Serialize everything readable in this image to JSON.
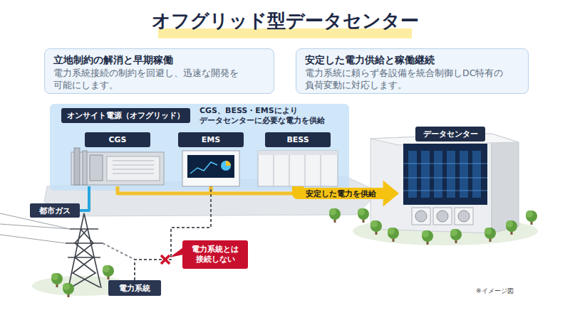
{
  "diagram": {
    "title": "オフグリッド型データセンター",
    "nodes": [
      {
        "text": [
          "立地制約の解消と早期稼働",
          "電力系統接続の制約を回避し、迅速な開発を 可能にします。"
        ]
      },
      {
        "text": [
          "安定した電力供給と稼働継続",
          "電力系統に頼らず各設備を統合制御しDC特有の 負荷変動に対応します。"
        ]
      },
      {
        "text": [
          "オンサイト電源（オフグリッド）",
          "CGS、BESS・EMSにより データセンターに必要な電力を供給"
        ]
      },
      {
        "text": [
          "CGS"
        ],
        "in": 2
      },
      {
        "text": [
          "EMS"
        ],
        "in": 2
      },
      {
        "text": [
          "BESS"
        ],
        "in": 2
      },
      {
        "text": [
          "データセンター"
        ]
      },
      {
        "text": [
          "都市ガス"
        ]
      },
      {
        "text": [
          "電力系統とは 接続しない"
        ]
      },
      {
        "text": [
          "電力系統"
        ]
      }
    ],
    "edges": [
      {
        "from": 3,
        "to": 4,
        "arrow": "none"
      },
      {
        "from": 4,
        "to": 5,
        "arrow": "none"
      },
      {
        "from": 5,
        "to": 6,
        "arrow": "to",
        "label": "安定した電力を供給"
      },
      {
        "from": 7,
        "to": 3,
        "arrow": "none"
      },
      {
        "from": 9,
        "to": 4,
        "arrow": "none"
      }
    ],
    "labels": [
      "※イメージ図"
    ]
  }
}
